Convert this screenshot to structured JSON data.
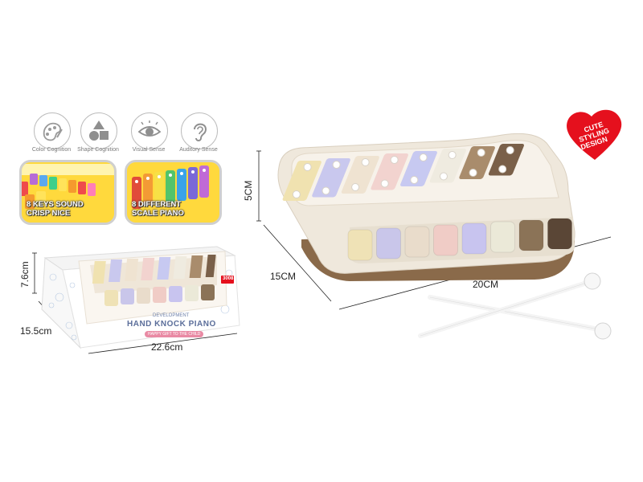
{
  "icons": [
    {
      "name": "color-cognition-icon",
      "label": "Color Cognition"
    },
    {
      "name": "shape-cognition-icon",
      "label": "Shape Cognition"
    },
    {
      "name": "visual-sense-icon",
      "label": "Visual Sense"
    },
    {
      "name": "auditory-sense-icon",
      "label": "Auditory Sense"
    }
  ],
  "features": [
    {
      "line1": "8 KEYS SOUND",
      "line2": "CRISP NICE"
    },
    {
      "line1": "8 DIFFERENT",
      "line2": "SCALE PIANO"
    }
  ],
  "box": {
    "height_label": "7.6cm",
    "depth_label": "15.5cm",
    "width_label": "22.6cm",
    "brand_line": "DEVELOPMENT",
    "title": "HAND KNOCK PIANO",
    "tagline": "HAPPY GIFT TO THE CHILD",
    "model": "3008"
  },
  "product": {
    "height_label": "5CM",
    "depth_label": "15CM",
    "width_label": "20CM"
  },
  "badge": {
    "line1": "CUTE",
    "line2": "STYLING",
    "line3": "DESIGN"
  },
  "colors": {
    "badge_red": "#e5101d",
    "body_cream": "#efe8dc",
    "base_brown": "#8a6a4a"
  },
  "keys": [
    "#efe2b6",
    "#c9c6ea",
    "#e9dccb",
    "#f0ccc6",
    "#c8c4ef",
    "#ebe9d8",
    "#8b7357",
    "#5a4636"
  ],
  "bars": [
    "#f0e2b0",
    "#c9c8ee",
    "#efe3d1",
    "#f2d3cf",
    "#c7c9f1",
    "#efebe0",
    "#a98c6c",
    "#7a6049"
  ]
}
